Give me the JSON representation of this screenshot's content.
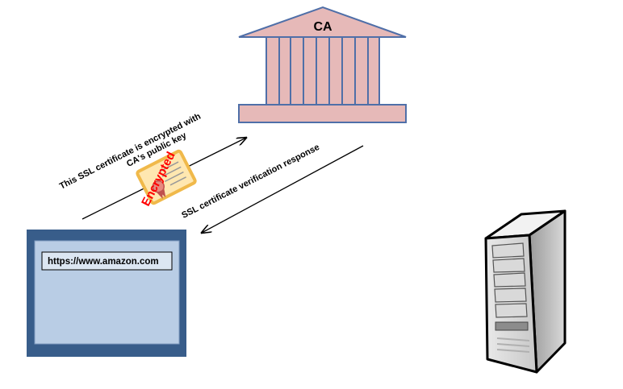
{
  "ca": {
    "label": "CA"
  },
  "request": {
    "text_line1": "This SSL certificate is encrypted with",
    "text_line2": "CA's public key"
  },
  "certificate": {
    "stamp": "Encrypted"
  },
  "response": {
    "text": "SSL certificate verification response"
  },
  "browser": {
    "url": "https://www.amazon.com"
  },
  "colors": {
    "building_fill": "#e6b9b8",
    "building_stroke": "#4f6fa8",
    "browser_frame": "#385d8a",
    "browser_body": "#b9cde5",
    "certificate": "#f5c15c",
    "stamp": "#ff0000"
  }
}
